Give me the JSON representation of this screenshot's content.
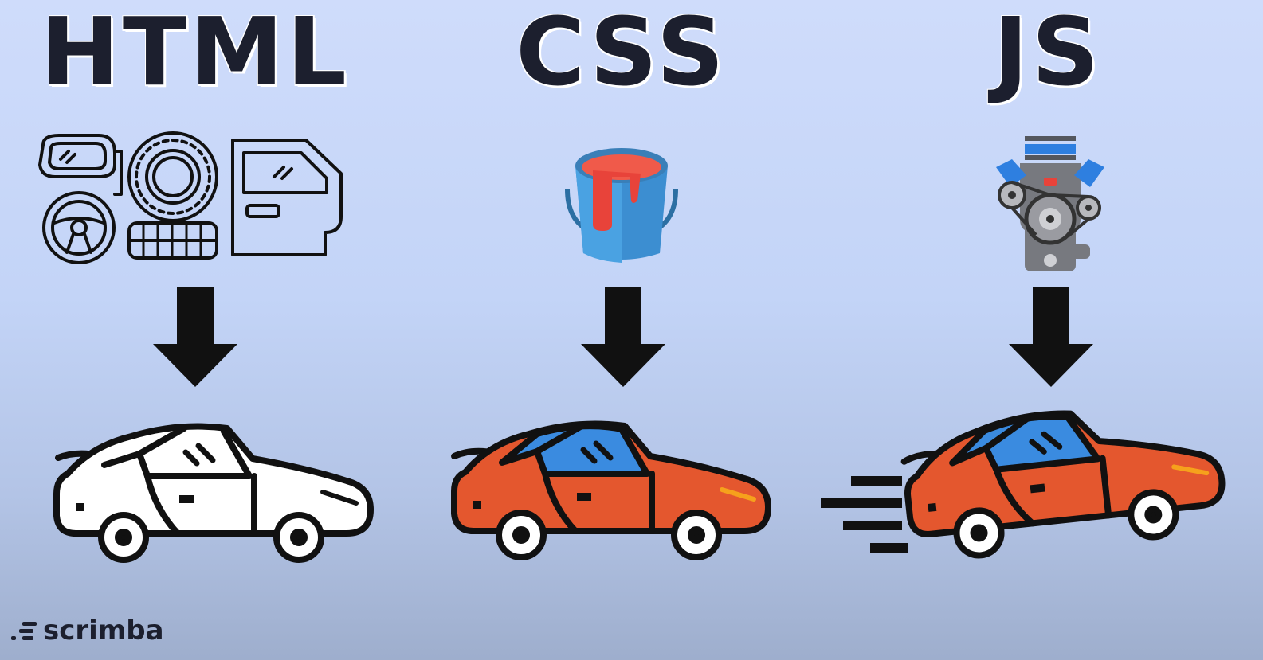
{
  "headings": {
    "html": "HTML",
    "css": "CSS",
    "js": "JS"
  },
  "icons": {
    "html_parts": [
      "car-mirror-icon",
      "tire-icon",
      "car-door-icon",
      "steering-wheel-icon"
    ],
    "css_paint": "paint-bucket-icon",
    "js_engine": "engine-icon",
    "arrow": "down-arrow-icon",
    "car": "car-icon"
  },
  "colors": {
    "background": "#c8d7f9",
    "heading": "#1c1f2e",
    "car_body": "#e4572e",
    "car_window": "#3a8be0",
    "paint_bucket": "#3c8ed1",
    "paint": "#e8433a",
    "engine": "#6c6c72",
    "engine_accent": "#2e7fe0"
  },
  "brand": {
    "logo_text": "scrimba"
  }
}
